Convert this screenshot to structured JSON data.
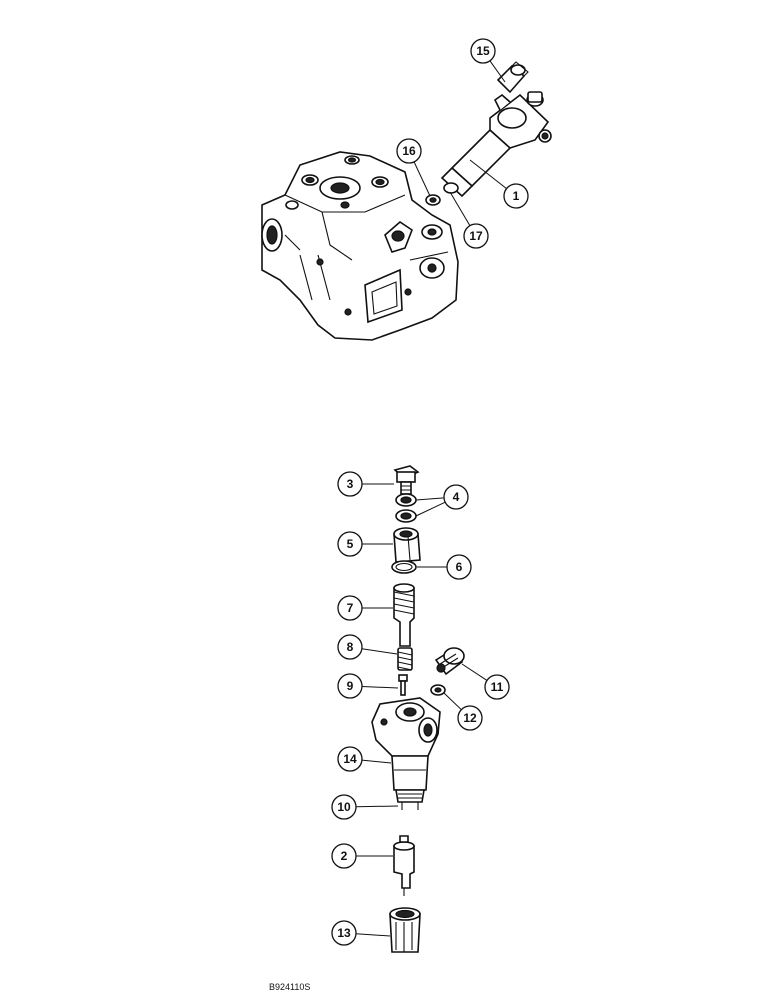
{
  "diagram": {
    "reference_code": "B924110S",
    "callouts": [
      {
        "id": "c15",
        "label": "15"
      },
      {
        "id": "c16",
        "label": "16"
      },
      {
        "id": "c1",
        "label": "1"
      },
      {
        "id": "c17",
        "label": "17"
      },
      {
        "id": "c3",
        "label": "3"
      },
      {
        "id": "c4",
        "label": "4"
      },
      {
        "id": "c5",
        "label": "5"
      },
      {
        "id": "c6",
        "label": "6"
      },
      {
        "id": "c7",
        "label": "7"
      },
      {
        "id": "c8",
        "label": "8"
      },
      {
        "id": "c9",
        "label": "9"
      },
      {
        "id": "c11",
        "label": "11"
      },
      {
        "id": "c12",
        "label": "12"
      },
      {
        "id": "c14",
        "label": "14"
      },
      {
        "id": "c10",
        "label": "10"
      },
      {
        "id": "c2",
        "label": "2"
      },
      {
        "id": "c13",
        "label": "13"
      }
    ]
  }
}
